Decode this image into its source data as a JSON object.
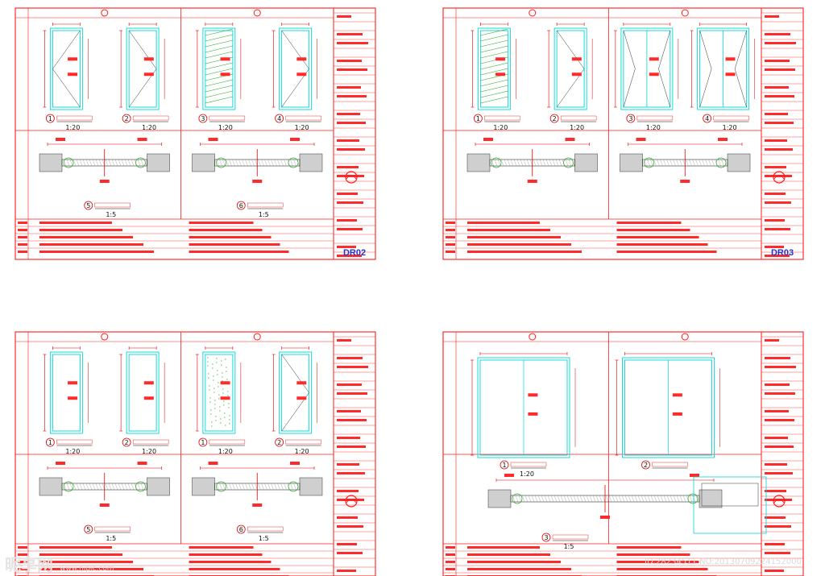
{
  "colors": {
    "frame": "#ff1a1a",
    "door": "#00d8d8",
    "dim": "#e00000",
    "hatch": "#22aa22",
    "label_bg": "#ff2a2a",
    "code": "#2233cc",
    "watermark": "#d9d9d9"
  },
  "sheets": [
    {
      "code": "DR02",
      "views": [
        {
          "num": "1",
          "scale": "1:20"
        },
        {
          "num": "2",
          "scale": "1:20"
        },
        {
          "num": "3",
          "scale": "1:20"
        },
        {
          "num": "4",
          "scale": "1:20"
        },
        {
          "num": "5",
          "scale": "1:5"
        },
        {
          "num": "6",
          "scale": "1:5"
        }
      ]
    },
    {
      "code": "DR03",
      "views": [
        {
          "num": "1",
          "scale": "1:20"
        },
        {
          "num": "2",
          "scale": "1:20"
        },
        {
          "num": "3",
          "scale": "1:20"
        },
        {
          "num": "4",
          "scale": "1:20"
        }
      ]
    },
    {
      "code": "",
      "views": [
        {
          "num": "1",
          "scale": "1:20"
        },
        {
          "num": "2",
          "scale": "1:20"
        },
        {
          "num": "1",
          "scale": "1:20"
        },
        {
          "num": "2",
          "scale": "1:20"
        },
        {
          "num": "5",
          "scale": "1:5"
        },
        {
          "num": "6",
          "scale": "1:5"
        }
      ]
    },
    {
      "code": "",
      "views": [
        {
          "num": "1",
          "scale": "1:20"
        },
        {
          "num": "2",
          "scale": ""
        },
        {
          "num": "3",
          "scale": "1:5"
        }
      ]
    }
  ],
  "watermark": {
    "logo": "昵享网",
    "url": "www.nipic.com",
    "id_text": "ID:28234511 NO:20130709224152000"
  }
}
